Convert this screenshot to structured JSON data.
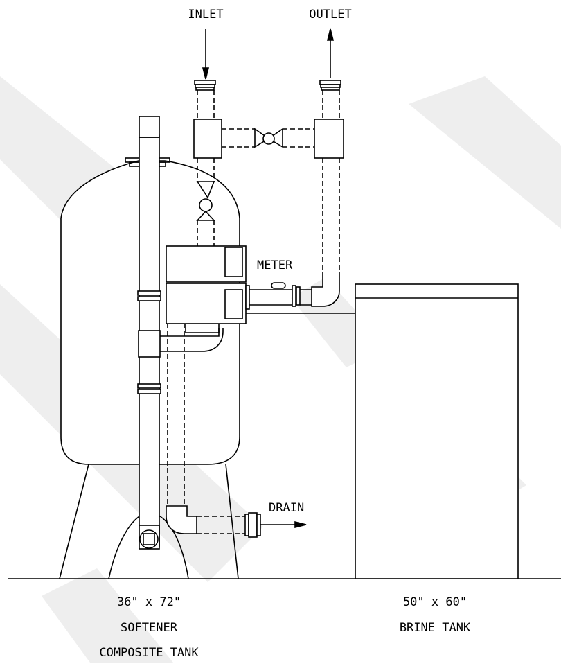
{
  "labels": {
    "inlet": "INLET",
    "outlet": "OUTLET",
    "meter": "METER",
    "drain": "DRAIN"
  },
  "softener": {
    "size": "36\" x 72\"",
    "name": "SOFTENER",
    "type": "COMPOSITE TANK"
  },
  "brine_tank": {
    "size": "50\" x 60\"",
    "name": "BRINE TANK"
  },
  "colors": {
    "line": "#000000",
    "background": "#ffffff",
    "watermark": "#eeeeee"
  }
}
